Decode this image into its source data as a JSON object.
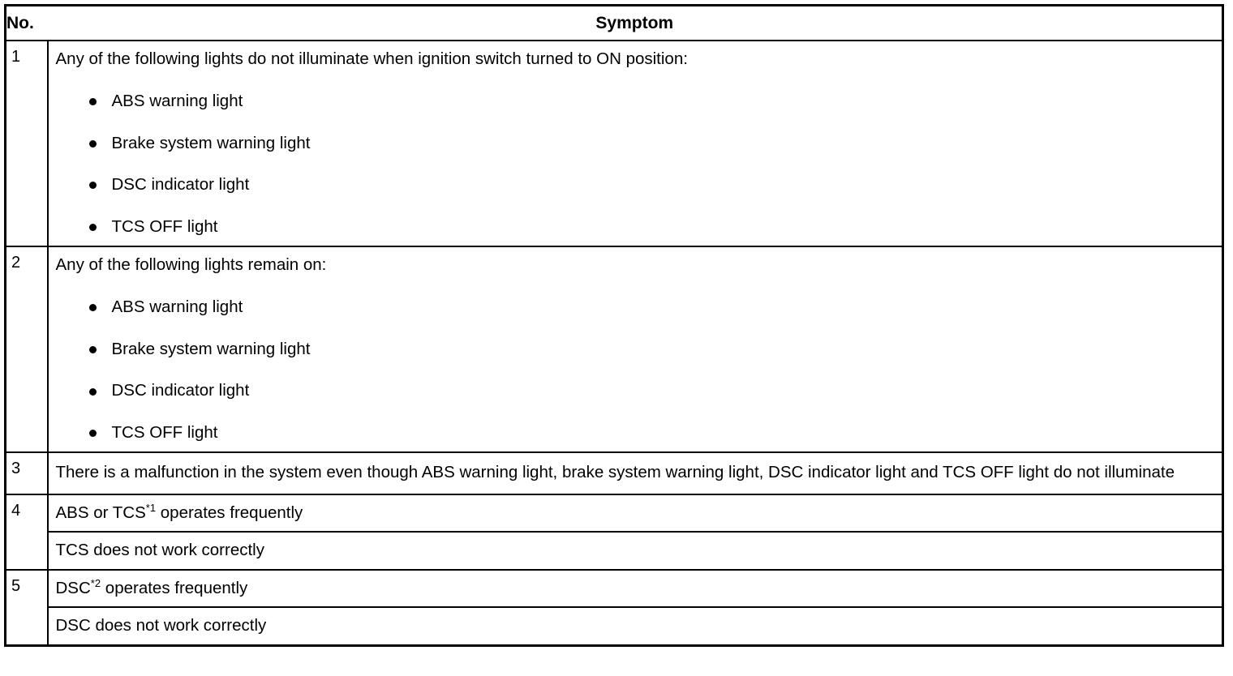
{
  "table": {
    "columns": {
      "no_header": "No.",
      "symptom_header": "Symptom"
    },
    "rows": [
      {
        "no": "1",
        "intro": "Any of the following lights do not illuminate when ignition switch turned to ON position:",
        "bullets": [
          "ABS warning light",
          "Brake system warning light",
          "DSC indicator light",
          "TCS OFF light"
        ]
      },
      {
        "no": "2",
        "intro": "Any of the following lights remain on:",
        "bullets": [
          "ABS warning light",
          "Brake system warning light",
          "DSC indicator light",
          "TCS OFF light"
        ]
      },
      {
        "no": "3",
        "text": "There is a malfunction in the system even though ABS warning light, brake system warning light, DSC indicator light and TCS OFF light do not illuminate"
      },
      {
        "no": "4",
        "sub_lines": [
          {
            "prefix": "ABS or TCS",
            "ref": "*1",
            "suffix": " operates frequently"
          },
          {
            "prefix": "TCS does not work correctly",
            "ref": "",
            "suffix": ""
          }
        ]
      },
      {
        "no": "5",
        "sub_lines": [
          {
            "prefix": "DSC",
            "ref": "*2",
            "suffix": " operates frequently"
          },
          {
            "prefix": "DSC does not work correctly",
            "ref": "",
            "suffix": ""
          }
        ]
      }
    ]
  },
  "colors": {
    "border": "#000000",
    "text": "#000000",
    "background": "#ffffff"
  }
}
